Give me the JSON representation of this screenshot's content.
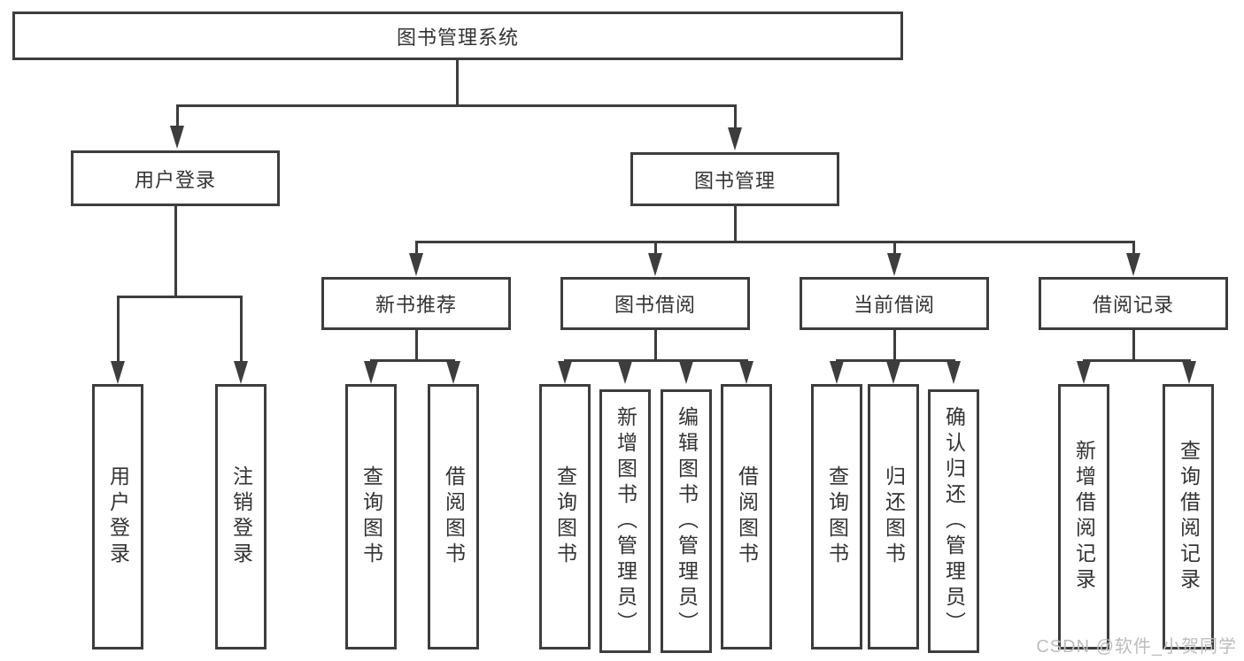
{
  "diagram": {
    "root": {
      "label": "图书管理系统"
    },
    "branches": [
      {
        "label": "用户登录",
        "children": [
          {
            "label": "用户登录"
          },
          {
            "label": "注销登录"
          }
        ]
      },
      {
        "label": "图书管理",
        "groups": [
          {
            "label": "新书推荐",
            "children": [
              {
                "label": "查询图书"
              },
              {
                "label": "借阅图书"
              }
            ]
          },
          {
            "label": "图书借阅",
            "children": [
              {
                "label": "查询图书"
              },
              {
                "label": "新增图书（管理员）"
              },
              {
                "label": "编辑图书（管理员）"
              },
              {
                "label": "借阅图书"
              }
            ]
          },
          {
            "label": "当前借阅",
            "children": [
              {
                "label": "查询图书"
              },
              {
                "label": "归还图书"
              },
              {
                "label": "确认归还（管理员）"
              }
            ]
          },
          {
            "label": "借阅记录",
            "children": [
              {
                "label": "新增借阅记录"
              },
              {
                "label": "查询借阅记录"
              }
            ]
          }
        ]
      }
    ]
  },
  "watermark": {
    "text": "CSDN @软件_小贺同学",
    "color": "#bdbdbd"
  },
  "colors": {
    "line": "#3d3d3d",
    "text": "#333333",
    "background": "#ffffff"
  }
}
